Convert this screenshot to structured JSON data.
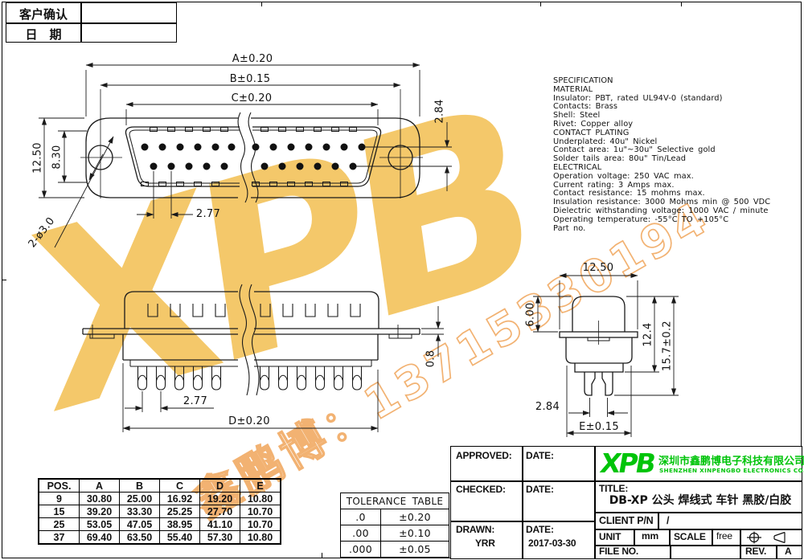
{
  "confirm_table": {
    "rows": [
      {
        "label": "客户确认",
        "value": ""
      },
      {
        "label": "日　期",
        "value": ""
      }
    ]
  },
  "specification": {
    "lines": [
      "SPECIFICATION",
      "MATERIAL",
      "Insulator: PBT, rated UL94V-0 (standard)",
      "Contacts: Brass",
      "Shell: Steel",
      "Rivet: Copper alloy",
      "CONTACT PLATING",
      "Underplated: 40u\" Nickel",
      "Contact area: 1u\"~30u\" Selective gold",
      "Solder tails area: 80u\" Tin/Lead",
      "ELECTRICAL",
      "Operation voltage: 250 VAC max.",
      "Current rating: 3 Amps max.",
      "Contact resistance: 15 mohms max.",
      "Insulation resistance: 3000 Mohms min @ 500 VDC",
      "Dielectric withstanding voltage: 1000 VAC / minute",
      "Operating temperature: -55°C TO +105°C",
      "Part no."
    ]
  },
  "front_view": {
    "dims": {
      "a": "A±0.20",
      "b": "B±0.15",
      "c": "C±0.20",
      "shell_height": "12.50",
      "inner_height": "8.30",
      "pitch": "2.77",
      "row_gap": "2.84",
      "hole_note": "2-ø3.0"
    }
  },
  "side_view": {
    "dims": {
      "pitch": "2.77",
      "width": "D±0.20",
      "flange_thickness": "0.8"
    }
  },
  "end_view": {
    "dims": {
      "top_width": "12.50",
      "cap_height": "6.00",
      "body_height": "12.4",
      "total_height": "15.7±0.2",
      "pin_gap": "2.84",
      "bottom_width": "E±0.15"
    }
  },
  "pos_table": {
    "headers": [
      "POS.",
      "A",
      "B",
      "C",
      "D",
      "E"
    ],
    "rows": [
      [
        "9",
        "30.80",
        "25.00",
        "16.92",
        "19.20",
        "10.80"
      ],
      [
        "15",
        "39.20",
        "33.30",
        "25.25",
        "27.70",
        "10.70"
      ],
      [
        "25",
        "53.05",
        "47.05",
        "38.95",
        "41.10",
        "10.70"
      ],
      [
        "37",
        "69.40",
        "63.50",
        "55.40",
        "57.30",
        "10.80"
      ]
    ]
  },
  "tolerance_table": {
    "title": "TOLERANCE TABLE",
    "rows": [
      [
        ".0",
        "±0.20"
      ],
      [
        ".00",
        "±0.10"
      ],
      [
        ".000",
        "±0.05"
      ]
    ]
  },
  "title_block": {
    "approved_label": "APPROVED:",
    "checked_label": "CHECKED:",
    "drawn_label": "DRAWN:",
    "date_label": "DATE:",
    "drawn_by": "YRR",
    "drawn_date": "2017-03-30",
    "logo_text": "XPB",
    "company_cn": "深圳市鑫鹏博电子科技有限公司",
    "company_en": "SHENZHEN XINPENGBO ELECTRONICS CO.LTD",
    "title_label": "TITLE:",
    "title": "DB-XP 公头 焊线式 车针 黑胶/白胶",
    "client_pn_label": "CLIENT P/N",
    "client_pn": "/",
    "unit_label": "UNIT",
    "unit_value": "mm",
    "scale_label": "SCALE",
    "scale_value": "free",
    "file_label": "FILE NO.",
    "file_value": "",
    "rev_label": "REV.",
    "rev_value": "A"
  },
  "watermark": {
    "logo": "XPB",
    "phone": "鑫鹏博：13715330194"
  },
  "colors": {
    "logo_green": "#00c40a",
    "watermark_gold": "#f2bd4a",
    "watermark_orange": "#ef9f50"
  }
}
